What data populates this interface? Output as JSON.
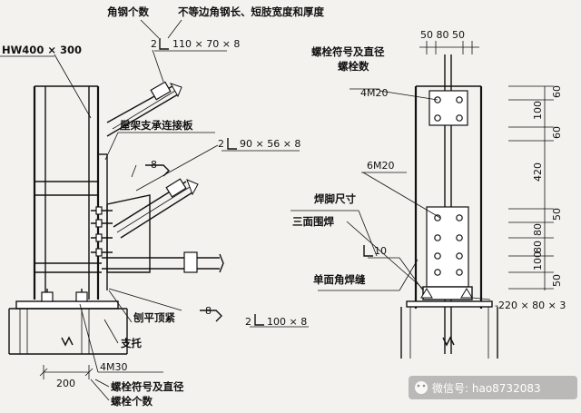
{
  "left": {
    "angle_count": "角钢个数",
    "unequal_angle": "不等边角钢长、短肢宽度和厚度",
    "angle1_num": "2",
    "angle1_size": "110 × 70 × 8",
    "column": "HW400 × 300",
    "roof_plate": "屋架支承连接板",
    "angle2_num": "2",
    "angle2_size": "90 × 56 × 8",
    "weld1": "8",
    "weld2": "8",
    "planed": "刨平顶紧",
    "angle3_num": "2",
    "angle3_size": "100 × 8",
    "support": "支托",
    "dim_200": "200",
    "bolt_label": "4M30",
    "bolt_symbol": "螺栓符号及直径",
    "bolt_count": "螺栓个数"
  },
  "right": {
    "dim_top": "50 80 50",
    "bolt_symbol": "螺栓符号及直径",
    "bolt_count": "螺栓数",
    "bolts_top": "4M20",
    "bolts_mid": "6M20",
    "weld_size": "焊脚尺寸",
    "three_side": "三面围焊",
    "weld_ten": "10",
    "single_fillet": "单面角焊缝",
    "plate": "-220 × 80 × 3",
    "dims": [
      "60",
      "100",
      "60",
      "420",
      "50",
      "80",
      "80",
      "100",
      "50"
    ]
  },
  "watermark": {
    "text": "微信号: hao8732083"
  }
}
